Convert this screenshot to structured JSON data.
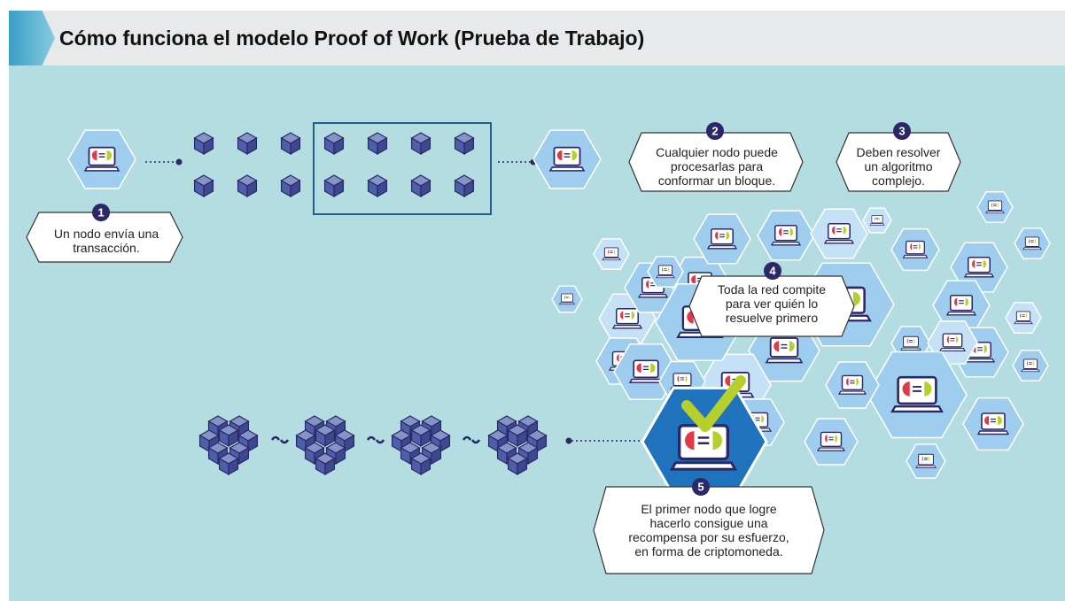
{
  "header": {
    "title": "Cómo funciona el modelo Proof of Work (Prueba de Trabajo)",
    "accent_color": "#3a9ec4",
    "band_color": "#e8e9ea"
  },
  "diagram": {
    "background_color": "#b4dde1",
    "steps": [
      {
        "number": "1",
        "text": "Un nodo envía una\ntransacción."
      },
      {
        "number": "2",
        "text": "Cualquier nodo puede\nprocesarlas para\nconformar un bloque."
      },
      {
        "number": "3",
        "text": "Deben resolver\nun algoritmo\ncomplejo."
      },
      {
        "number": "4",
        "text": "Toda la red compite\npara ver quién lo\nresuelve primero"
      },
      {
        "number": "5",
        "text": "El primer nodo que logre\nhacerlo consigue una\nrecompensa por su esfuerzo,\nen forma de criptomoneda."
      }
    ],
    "colors": {
      "node_hex": "#9fcdee",
      "node_hex_light": "#c4e1f6",
      "winner_hex": "#1f73bd",
      "check": "#b7cf2a",
      "cube": "#4e5faa",
      "badge": "#2c2767"
    },
    "icons": [
      "laptop-node-icon",
      "transaction-cube-icon",
      "block-cluster-icon",
      "checkmark-icon"
    ]
  }
}
